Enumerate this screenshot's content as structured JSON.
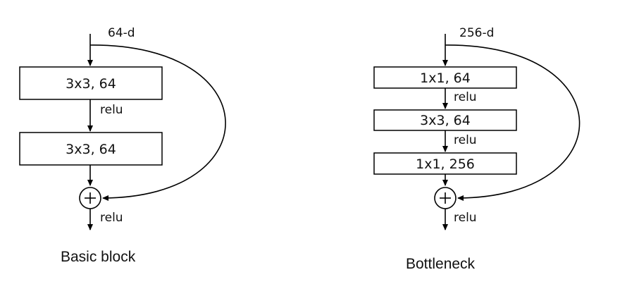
{
  "basic_block": {
    "input_label": "64-d",
    "layers": [
      "3x3, 64",
      "3x3, 64"
    ],
    "activations": [
      "relu",
      "relu"
    ],
    "caption": "Basic block"
  },
  "bottleneck": {
    "input_label": "256-d",
    "layers": [
      "1x1, 64",
      "3x3, 64",
      "1x1, 256"
    ],
    "activations": [
      "relu",
      "relu",
      "relu"
    ],
    "caption": "Bottleneck"
  }
}
